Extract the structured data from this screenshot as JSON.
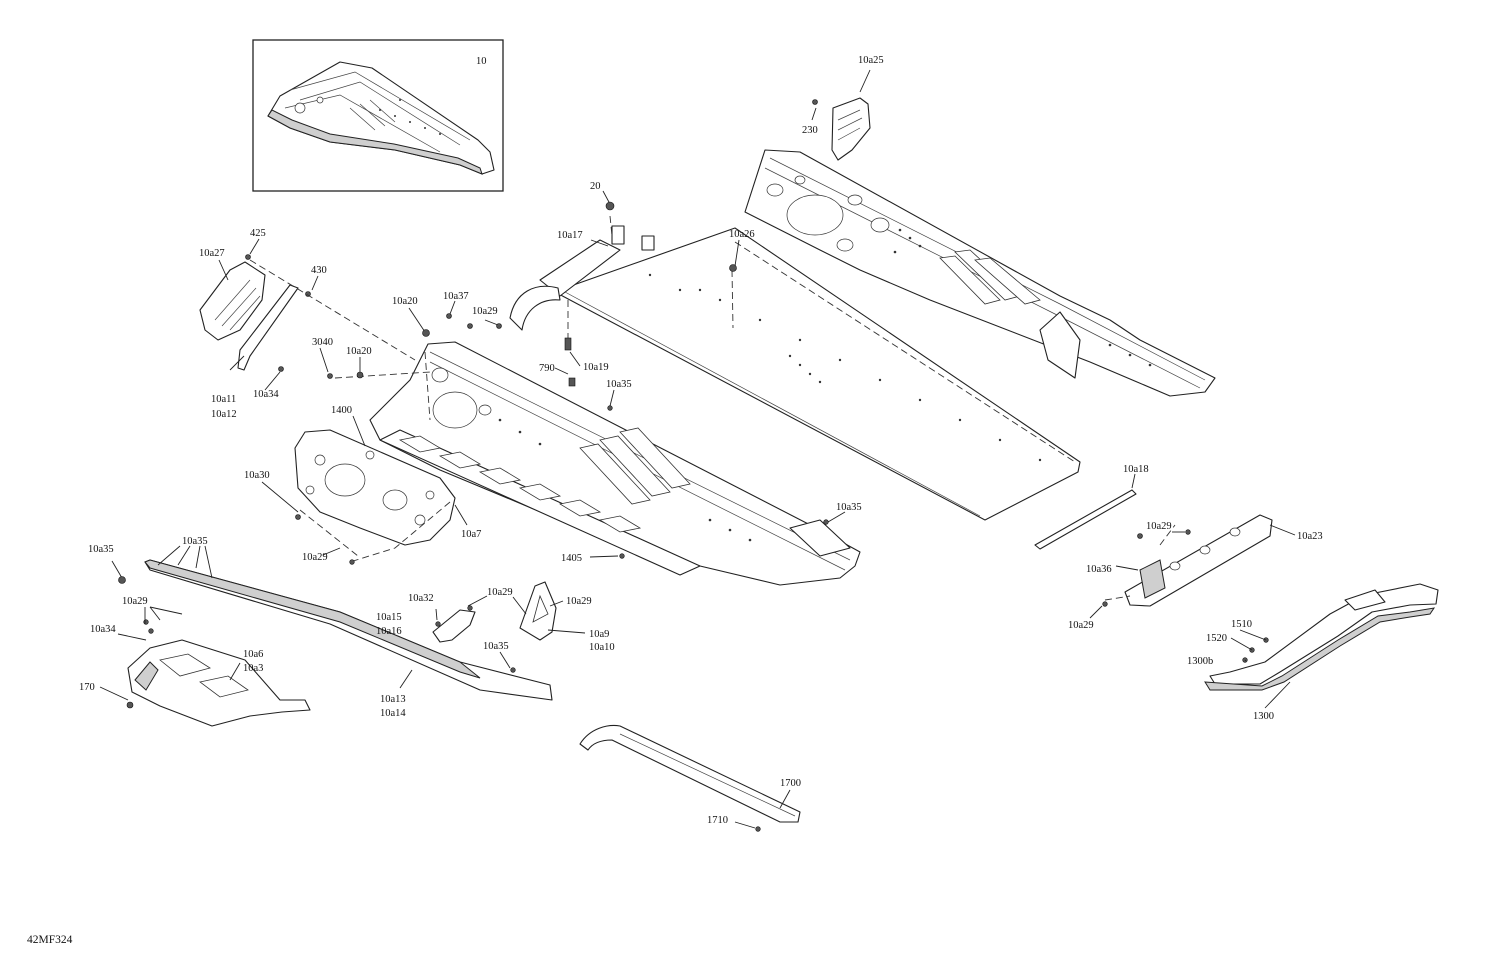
{
  "figure_ref": "42MF324",
  "inset_label": "10",
  "callouts": {
    "c10a25": "10a25",
    "c230": "230",
    "c20": "20",
    "c10a17": "10a17",
    "c10a26": "10a26",
    "c425": "425",
    "c10a27": "10a27",
    "c430": "430",
    "c10a20a": "10a20",
    "c10a37": "10a37",
    "c10a29a": "10a29",
    "c3040": "3040",
    "c10a20b": "10a20",
    "c790": "790",
    "c10a19": "10a19",
    "c10a35a": "10a35",
    "c10a11": "10a11",
    "c10a12": "10a12",
    "c10a34a": "10a34",
    "c1400": "1400",
    "c10a30": "10a30",
    "c10a7": "10a7",
    "c10a29b": "10a29",
    "c10a35b": "10a35",
    "c1405": "1405",
    "c10a18": "10a18",
    "c10a29c": "10a29",
    "c10a23": "10a23",
    "c10a36": "10a36",
    "c10a29d": "10a29",
    "c10a35c": "10a35",
    "c10a35d": "10a35",
    "c10a29e": "10a29",
    "c10a34b": "10a34",
    "c10a6": "10a6",
    "c10a3": "10a3",
    "c170": "170",
    "c10a32": "10a32",
    "c10a15": "10a15",
    "c10a16": "10a16",
    "c10a29f": "10a29",
    "c10a29g": "10a29",
    "c10a9": "10a9",
    "c10a10": "10a10",
    "c10a35e": "10a35",
    "c10a13": "10a13",
    "c10a14": "10a14",
    "c1510": "1510",
    "c1520": "1520",
    "c1300b": "1300b",
    "c1300": "1300",
    "c1700": "1700",
    "c1710": "1710"
  }
}
